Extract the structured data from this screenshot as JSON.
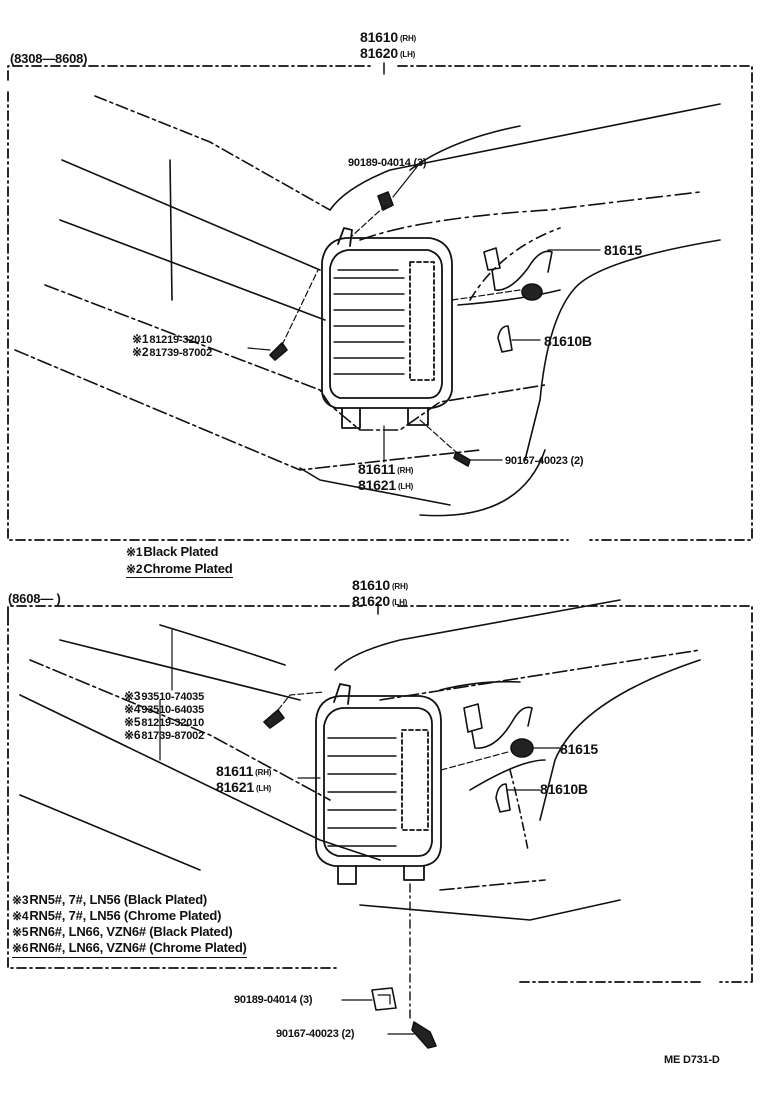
{
  "top": {
    "date_range": "(8308—8608)",
    "part_rh": "81610",
    "part_lh": "81620",
    "rh": "(RH)",
    "lh": "(LH)",
    "clip": "90189-04014 (3)",
    "socket": "81615",
    "bulb": "81610B",
    "screw_part_1": "81219-32010",
    "screw_part_2": "81739-87002",
    "mark_1": "※1",
    "mark_2": "※2",
    "lens_rh": "81611",
    "lens_lh": "81621",
    "screw_lower": "90167-40023 (2)"
  },
  "notes_top": [
    {
      "mark": "※1",
      "text": "Black Plated"
    },
    {
      "mark": "※2",
      "text": "Chrome Plated"
    }
  ],
  "bottom": {
    "date_range": "(8608—     )",
    "part_rh": "81610",
    "part_lh": "81620",
    "rh": "(RH)",
    "lh": "(LH)",
    "screws": [
      {
        "mark": "※3",
        "part": "93510-74035"
      },
      {
        "mark": "※4",
        "part": "93510-64035"
      },
      {
        "mark": "※5",
        "part": "81219-32010"
      },
      {
        "mark": "※6",
        "part": "81739-87002"
      }
    ],
    "lens_rh": "81611",
    "lens_lh": "81621",
    "socket": "81615",
    "bulb": "81610B",
    "clip": "90189-04014 (3)",
    "screw_lower": "90167-40023 (2)"
  },
  "notes_bottom": [
    {
      "mark": "※3",
      "text": "RN5#, 7#, LN56 (Black Plated)"
    },
    {
      "mark": "※4",
      "text": "RN5#, 7#, LN56 (Chrome Plated)"
    },
    {
      "mark": "※5",
      "text": "RN6#, LN66, VZN6# (Black Plated)"
    },
    {
      "mark": "※6",
      "text": "RN6#, LN66, VZN6# (Chrome Plated)"
    }
  ],
  "figure_code": "ME  D731-D"
}
